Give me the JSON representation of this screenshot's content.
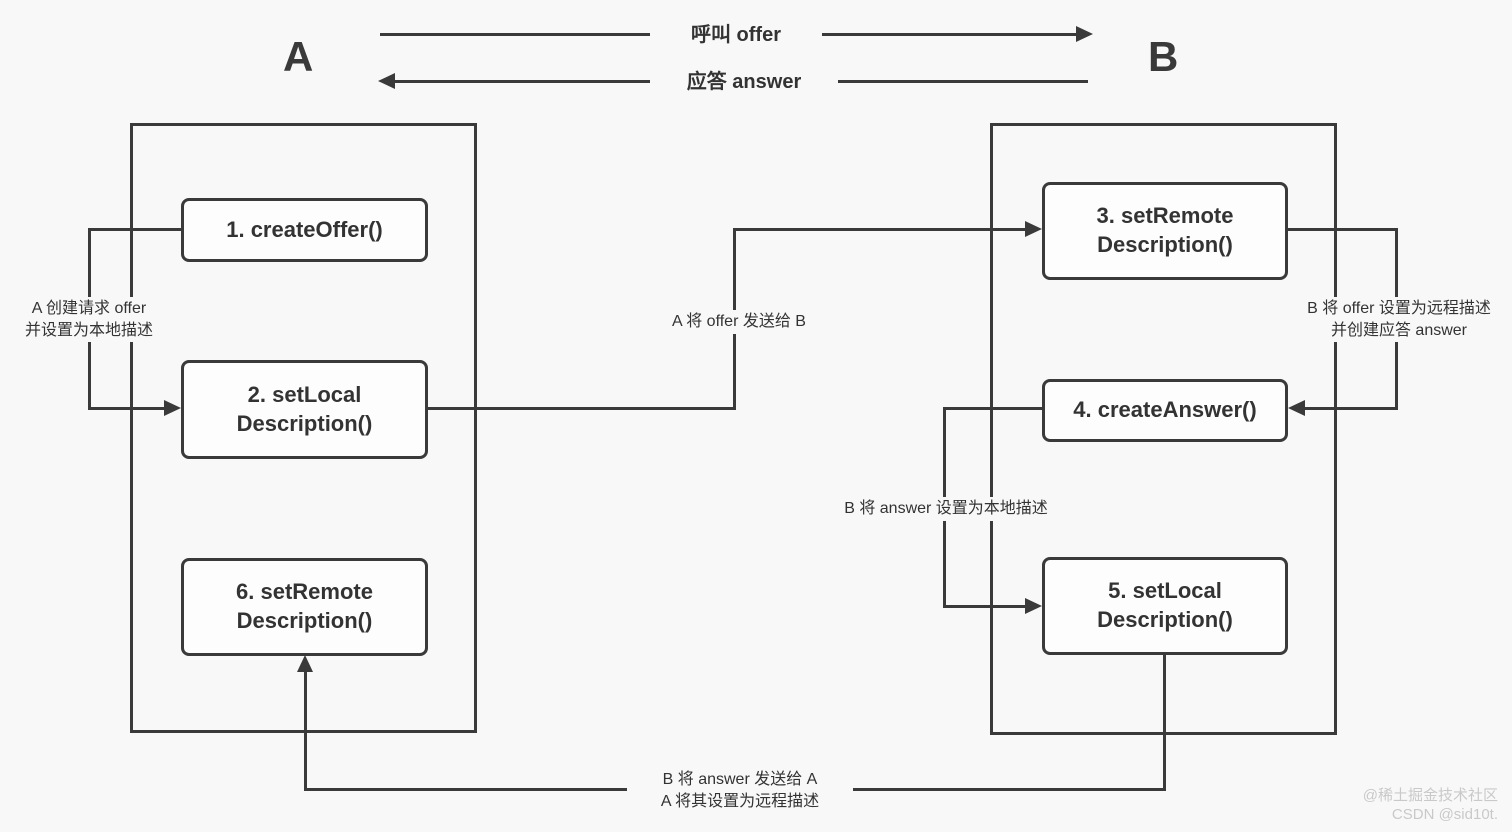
{
  "page": {
    "background": "#f8f8f8",
    "line_color": "#3a3a3a",
    "text_color": "#333333",
    "watermark_color": "#c9c9c9"
  },
  "header": {
    "peer_a": "A",
    "peer_b": "B",
    "offer_arrow_label": "呼叫 offer",
    "answer_arrow_label": "应答 answer"
  },
  "peer_a_box": {
    "step1": "1. createOffer()",
    "step2": "2. setLocal\nDescription()",
    "step6": "6. setRemote\nDescription()"
  },
  "peer_b_box": {
    "step3": "3. setRemote\nDescription()",
    "step4": "4. createAnswer()",
    "step5": "5. setLocal\nDescription()"
  },
  "annotations": {
    "a_create_offer": "A 创建请求 offer\n并设置为本地描述",
    "a_send_offer": "A 将 offer 发送给 B",
    "b_set_remote": "B 将 offer 设置为远程描述\n并创建应答 answer",
    "b_set_local": "B 将 answer 设置为本地描述",
    "b_send_answer": "B 将 answer 发送给 A\nA 将其设置为远程描述"
  },
  "watermark": {
    "line1": "@稀土掘金技术社区",
    "line2": "CSDN @sid10t."
  }
}
